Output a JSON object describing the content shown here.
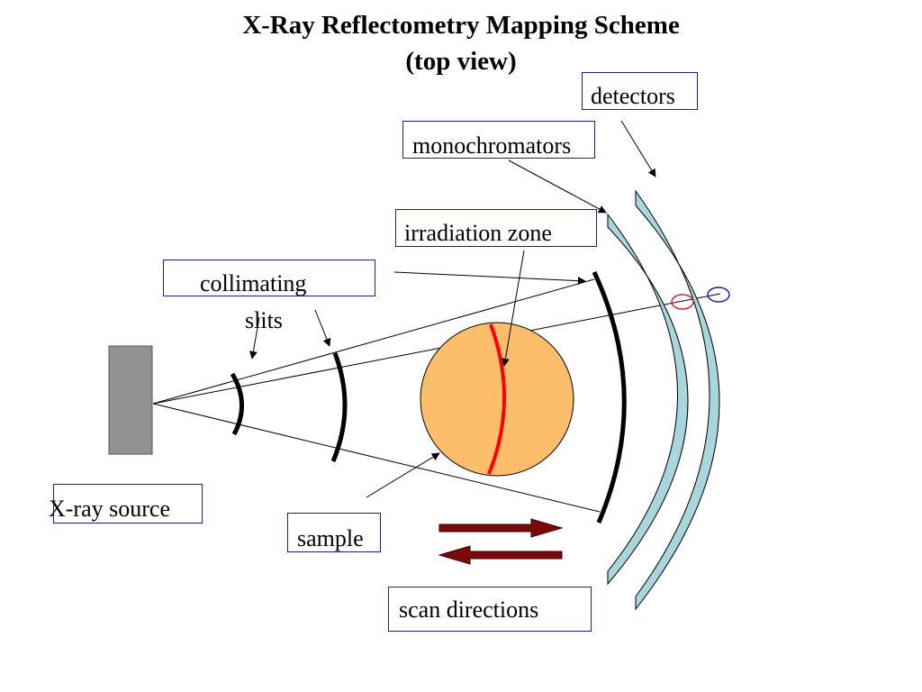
{
  "title": {
    "line1": "X-Ray Reflectometry Mapping Scheme",
    "line2": "(top view)"
  },
  "labels": {
    "detectors": "detectors",
    "monochromators": "monochromators",
    "irradiation_zone": "irradiation zone",
    "collimating_line1": "collimating",
    "collimating_line2": "slits",
    "xray_source": "X-ray source",
    "sample": "sample",
    "scan_directions": "scan directions"
  },
  "colors": {
    "source": "#929292",
    "sample_fill": "#fcbe6a",
    "irradiation_line": "#ff0000",
    "crystal_fill": "#a9d5dc",
    "scan_arrow": "#7a0a0a",
    "label_border": "#1f1f8f",
    "red_marker": "#e02020",
    "blue_marker": "#2020a0"
  }
}
